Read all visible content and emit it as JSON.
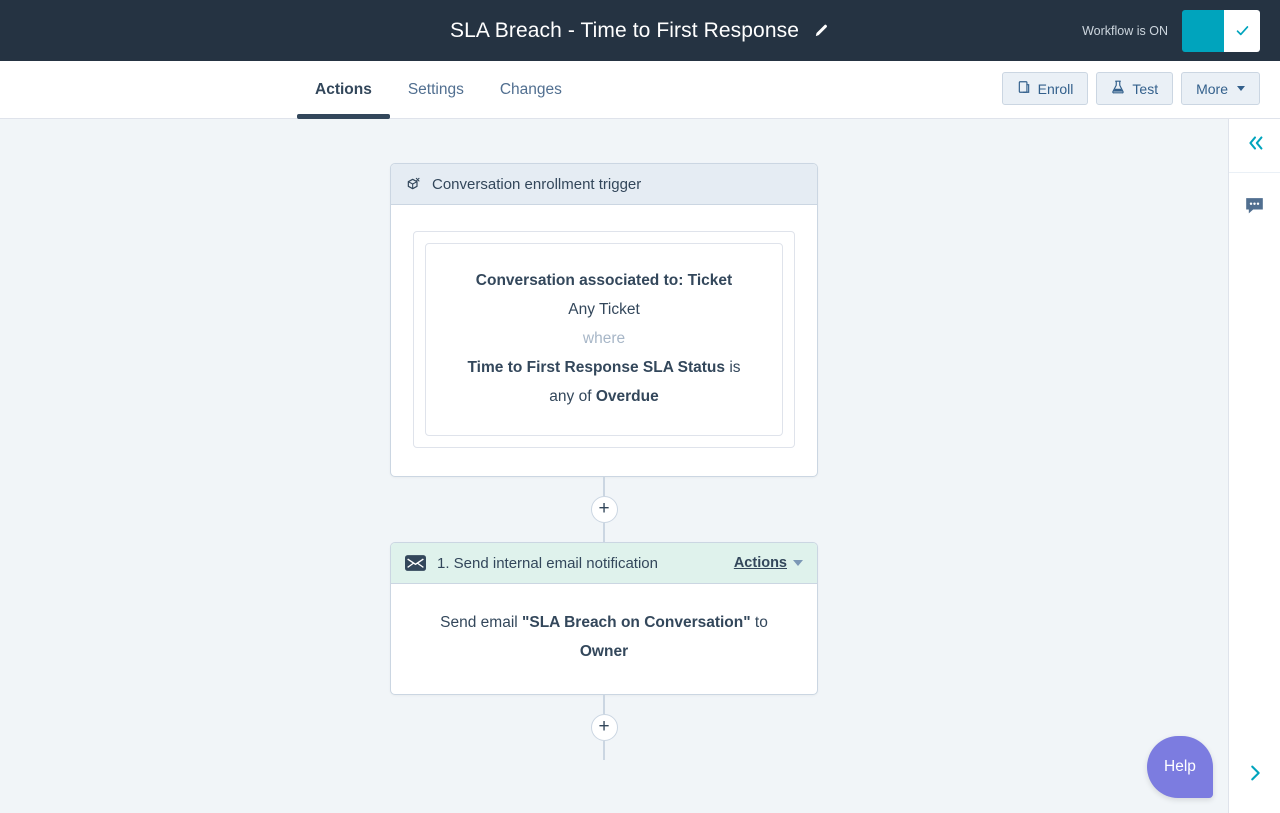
{
  "topbar": {
    "title": "SLA Breach - Time to First Response",
    "edit_icon": "pencil-icon",
    "toggle_label": "Workflow is ON",
    "toggle_state": "on",
    "toggle_color": "#00a4bd",
    "background": "#253342"
  },
  "tabs": [
    {
      "label": "Actions",
      "active": true
    },
    {
      "label": "Settings",
      "active": false
    },
    {
      "label": "Changes",
      "active": false
    }
  ],
  "toolbar": {
    "enroll_label": "Enroll",
    "enroll_icon": "enroll-icon",
    "test_label": "Test",
    "test_icon": "flask-icon",
    "more_label": "More",
    "more_caret": "chevron-down-icon"
  },
  "flow": {
    "trigger": {
      "header": "Conversation enrollment trigger",
      "header_icon": "trigger-icon",
      "header_bg": "#e5ecf3",
      "filter": {
        "line1": "Conversation associated to: Ticket",
        "line2": "Any Ticket",
        "line3": "where",
        "line4_bold": "Time to First Response SLA Status",
        "line4_tail": " is",
        "line5_head": "any of ",
        "line5_bold": "Overdue"
      }
    },
    "connector1": {
      "plus": "+"
    },
    "action1": {
      "header": "1. Send internal email notification",
      "header_icon": "email-icon",
      "header_bg": "#dff2ec",
      "actions_label": "Actions",
      "actions_caret": "chevron-down-icon",
      "body_head": "Send email ",
      "body_quoted": "\"SLA Breach on Conversation\"",
      "body_tail": " to",
      "body_recipient": "Owner"
    },
    "connector2": {
      "plus": "+"
    }
  },
  "rail": {
    "collapse_icon": "chevrons-left-icon",
    "chat_icon": "chat-bubble-icon",
    "expand_icon": "chevron-right-icon"
  },
  "help": {
    "label": "Help",
    "color": "#7c7ce0"
  }
}
